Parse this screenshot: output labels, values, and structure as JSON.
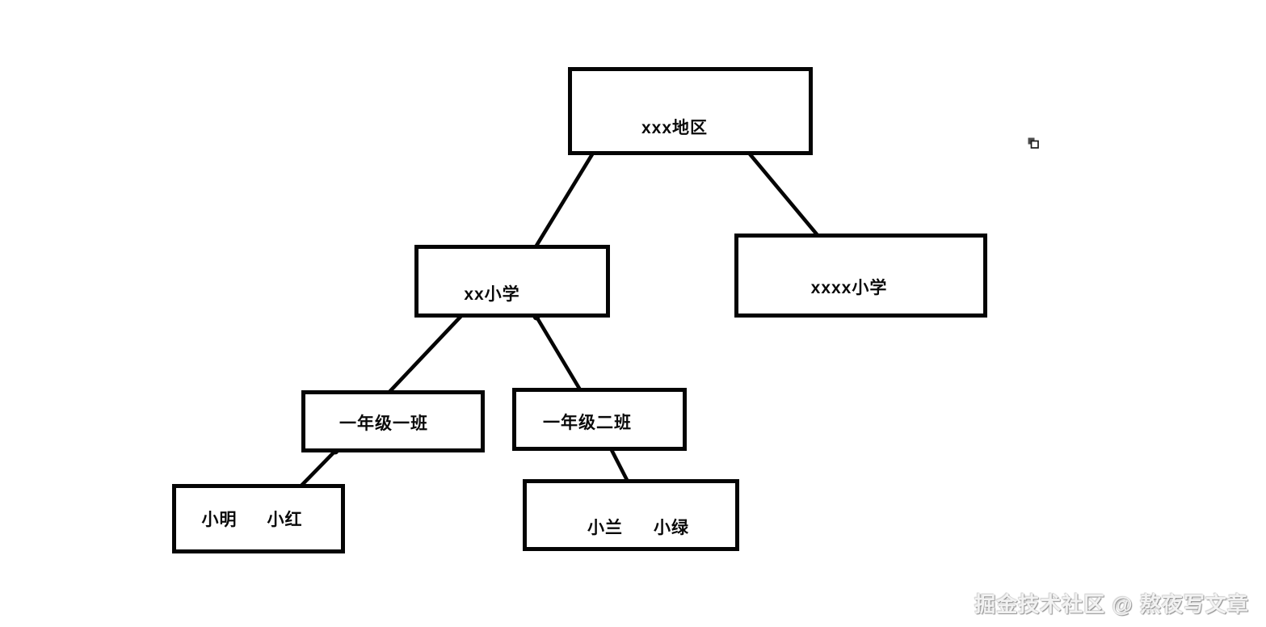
{
  "diagram": {
    "root": {
      "label": "xxx地区"
    },
    "school_left": {
      "label": "xx小学"
    },
    "school_right": {
      "label": "xxxx小学"
    },
    "class_one": {
      "label": "一年级一班"
    },
    "class_two": {
      "label": "一年级二班"
    },
    "students_one": {
      "name_a": "小明",
      "name_b": "小红"
    },
    "students_two": {
      "name_a": "小兰",
      "name_b": "小绿"
    },
    "edges": [
      {
        "from": "xxx地区",
        "to": "xx小学"
      },
      {
        "from": "xxx地区",
        "to": "xxxx小学"
      },
      {
        "from": "xx小学",
        "to": "一年级一班"
      },
      {
        "from": "xx小学",
        "to": "一年级二班"
      },
      {
        "from": "一年级一班",
        "to": "小明 小红"
      },
      {
        "from": "一年级二班",
        "to": "小兰 小绿"
      }
    ]
  },
  "watermark": {
    "text": "掘金技术社区 @ 熬夜写文章"
  },
  "colors": {
    "background": "#ffffff",
    "box_border": "#050505",
    "line": "#050505",
    "text": "#0a0a0a",
    "watermark": "#f2f2f2"
  }
}
